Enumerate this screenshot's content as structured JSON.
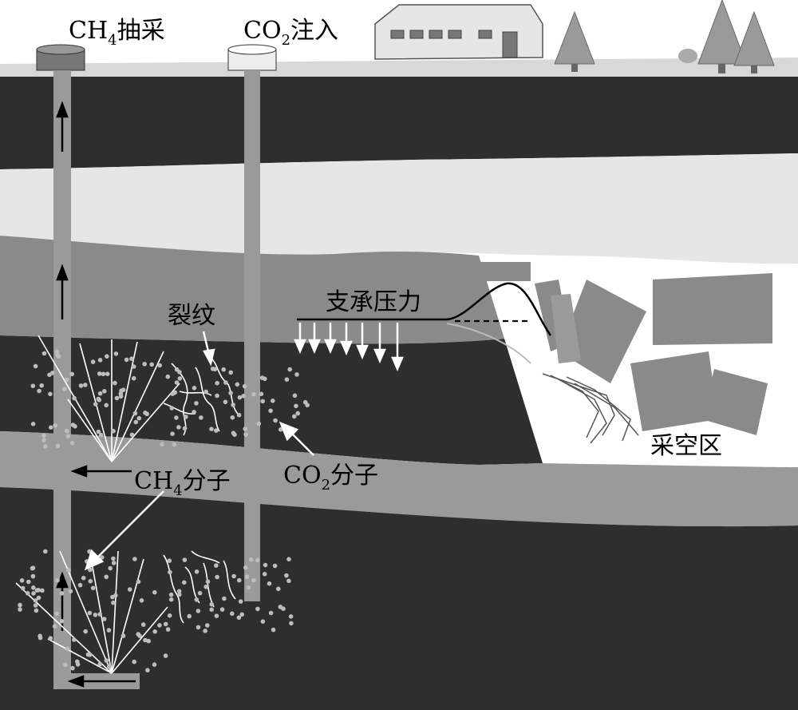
{
  "labels": {
    "ch4_extraction_main": "CH",
    "ch4_extraction_sub": "4",
    "ch4_extraction_tail": "抽采",
    "co2_injection_main": "CO",
    "co2_injection_sub": "2",
    "co2_injection_tail": "注入",
    "cracks": "裂纹",
    "support_pressure": "支承压力",
    "ch4_molecule_main": "CH",
    "ch4_molecule_sub": "4",
    "ch4_molecule_tail": "分子",
    "co2_molecule_main": "CO",
    "co2_molecule_sub": "2",
    "co2_molecule_tail": "分子",
    "goaf": "采空区"
  },
  "colors": {
    "dark_layer": "#2e2e2e",
    "light_layer": "#e6e6e6",
    "mid_layer": "#8a8a8a",
    "pipe": "#9a9a9a",
    "surface": "#d8d8d8"
  }
}
